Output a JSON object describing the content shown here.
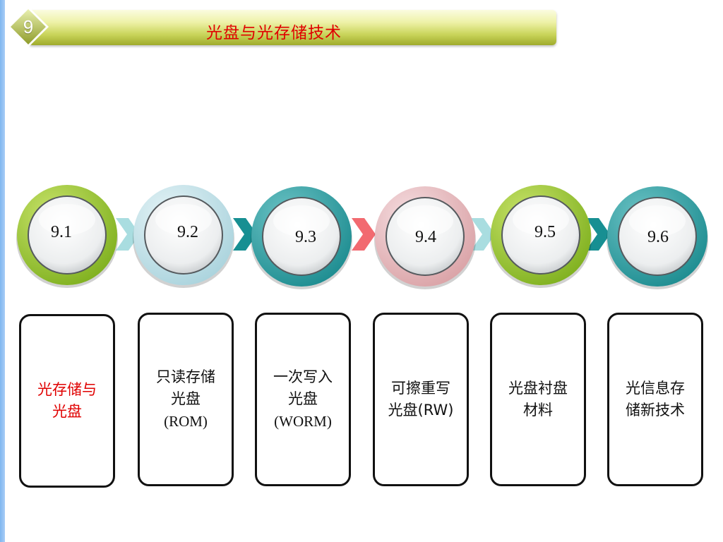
{
  "header": {
    "section_number": "9",
    "title": "光盘与光存储技术"
  },
  "nodes": [
    {
      "label": "9.1",
      "ring": "#7cae1c",
      "ring_light": "#c8e36a"
    },
    {
      "label": "9.2",
      "ring": "#a8d2dc",
      "ring_light": "#e4f3f6"
    },
    {
      "label": "9.3",
      "ring": "#1a8a8e",
      "ring_light": "#6cc3c5"
    },
    {
      "label": "9.4",
      "ring": "#d9a0a4",
      "ring_light": "#f5dde0"
    },
    {
      "label": "9.5",
      "ring": "#7cae1c",
      "ring_light": "#c8e36a"
    },
    {
      "label": "9.6",
      "ring": "#1a8a8e",
      "ring_light": "#6cc3c5"
    }
  ],
  "chevron_colors": [
    "#a9dde0",
    "#178f92",
    "#f26a70",
    "#a9dde0",
    "#178f92"
  ],
  "boxes": [
    {
      "line1": "光存储与",
      "line2": "光盘",
      "line3": ""
    },
    {
      "line1": "只读存储",
      "line2": "光盘",
      "line3": "(ROM)"
    },
    {
      "line1": "一次写入",
      "line2": "光盘",
      "line3": "(WORM)"
    },
    {
      "line1": "可擦重写",
      "line2": "光盘(RW)",
      "line3": ""
    },
    {
      "line1": "光盘衬盘",
      "line2": "材料",
      "line3": ""
    },
    {
      "line1": "光信息存",
      "line2": "储新技术",
      "line3": ""
    }
  ],
  "colors": {
    "title_red": "#e00000",
    "active_box_text": "#e00000"
  }
}
